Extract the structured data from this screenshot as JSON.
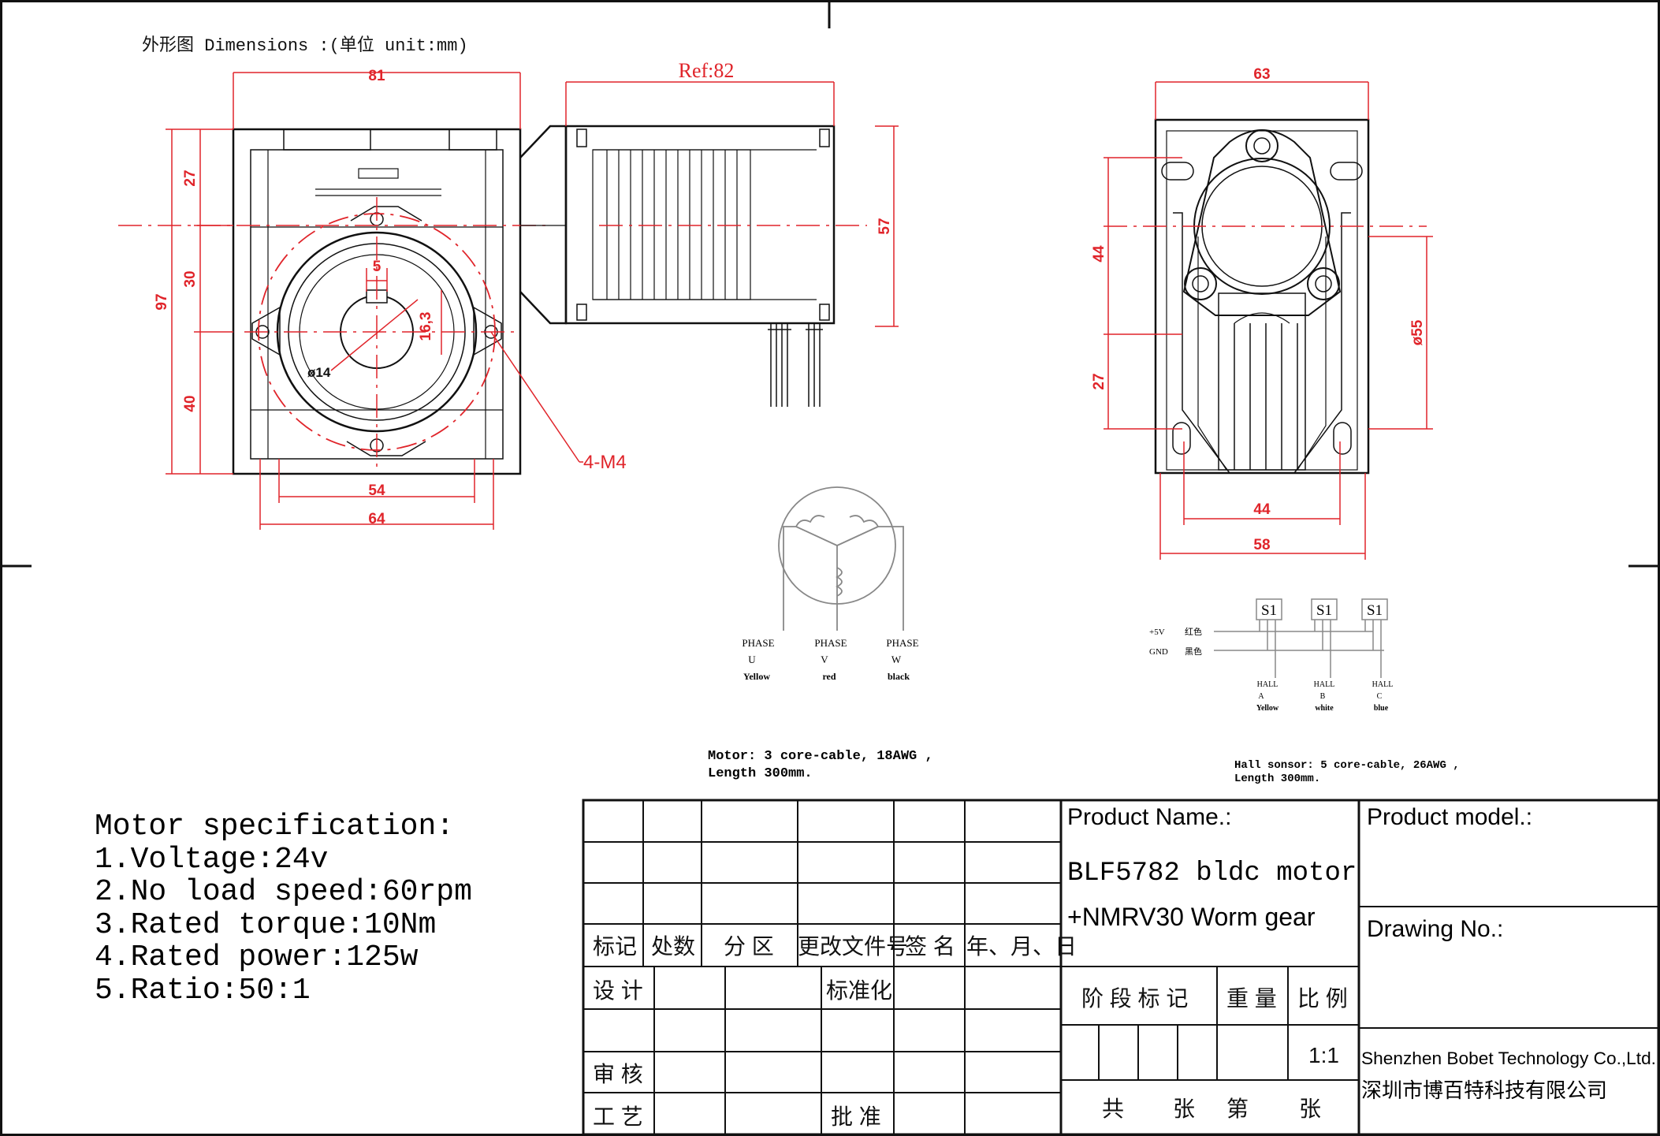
{
  "header": {
    "title": "外形图 Dimensions :(单位 unit:mm)"
  },
  "front_view": {
    "dims": {
      "width": "81",
      "height_total": "97",
      "h1": "27",
      "h2": "30",
      "h3": "40",
      "bottom_inner": "54",
      "bottom_outer": "64",
      "key_width": "5",
      "key_depth": "16,3",
      "bore": "ø14",
      "holes": "4-M4"
    }
  },
  "motor_view": {
    "dims": {
      "ref_length": "Ref:82",
      "flange": "57"
    }
  },
  "side_view": {
    "dims": {
      "top": "63",
      "h_upper": "44",
      "h_lower": "27",
      "diameter": "ø55",
      "inner_width": "44",
      "outer_width": "58"
    }
  },
  "wiring_motor": {
    "phases": [
      {
        "label": "PHASE",
        "letter": "U",
        "color": "Yellow"
      },
      {
        "label": "PHASE",
        "letter": "V",
        "color": "red"
      },
      {
        "label": "PHASE",
        "letter": "W",
        "color": "black"
      }
    ],
    "note_line1": "Motor: 3 core-cable, 18AWG ,",
    "note_line2": "Length 300mm."
  },
  "wiring_hall": {
    "sensors": [
      "S1",
      "S1",
      "S1"
    ],
    "supply": [
      {
        "name": "+5V",
        "color": "红色"
      },
      {
        "name": "GND",
        "color": "黑色"
      }
    ],
    "halls": [
      {
        "label": "HALL",
        "letter": "A",
        "color": "Yellow"
      },
      {
        "label": "HALL",
        "letter": "B",
        "color": "white"
      },
      {
        "label": "HALL",
        "letter": "C",
        "color": "blue"
      }
    ],
    "note_line1": "Hall sonsor: 5 core-cable, 26AWG ,",
    "note_line2": "Length 300mm."
  },
  "specification": {
    "title": "Motor specification:",
    "lines": [
      "1.Voltage:24v",
      "2.No load speed:60rpm",
      "3.Rated torque:10Nm",
      "4.Rated power:125w",
      "5.Ratio:50:1"
    ]
  },
  "title_block": {
    "headers": [
      "标记",
      "处数",
      "分 区",
      "更改文件号",
      "签 名",
      "年、月、日"
    ],
    "design": "设 计",
    "standard": "标准化",
    "review": "审 核",
    "process": "工 艺",
    "approve": "批 准",
    "product_name_label": "Product Name.:",
    "product_name_line1": "BLF5782 bldc motor",
    "product_name_line2": "+NMRV30 Worm gear",
    "stage": "阶 段 标 记",
    "weight": "重 量",
    "ratio_label": "比 例",
    "scale": "1:1",
    "sheets": [
      "共",
      "张",
      "第",
      "张"
    ],
    "product_model_label": "Product model.:",
    "drawing_no_label": "Drawing No.:",
    "company_en": "Shenzhen Bobet Technology Co.,Ltd.",
    "company_cn": "深圳市博百特科技有限公司"
  },
  "colors": {
    "dimension": "#e0242a",
    "line": "#111111"
  }
}
